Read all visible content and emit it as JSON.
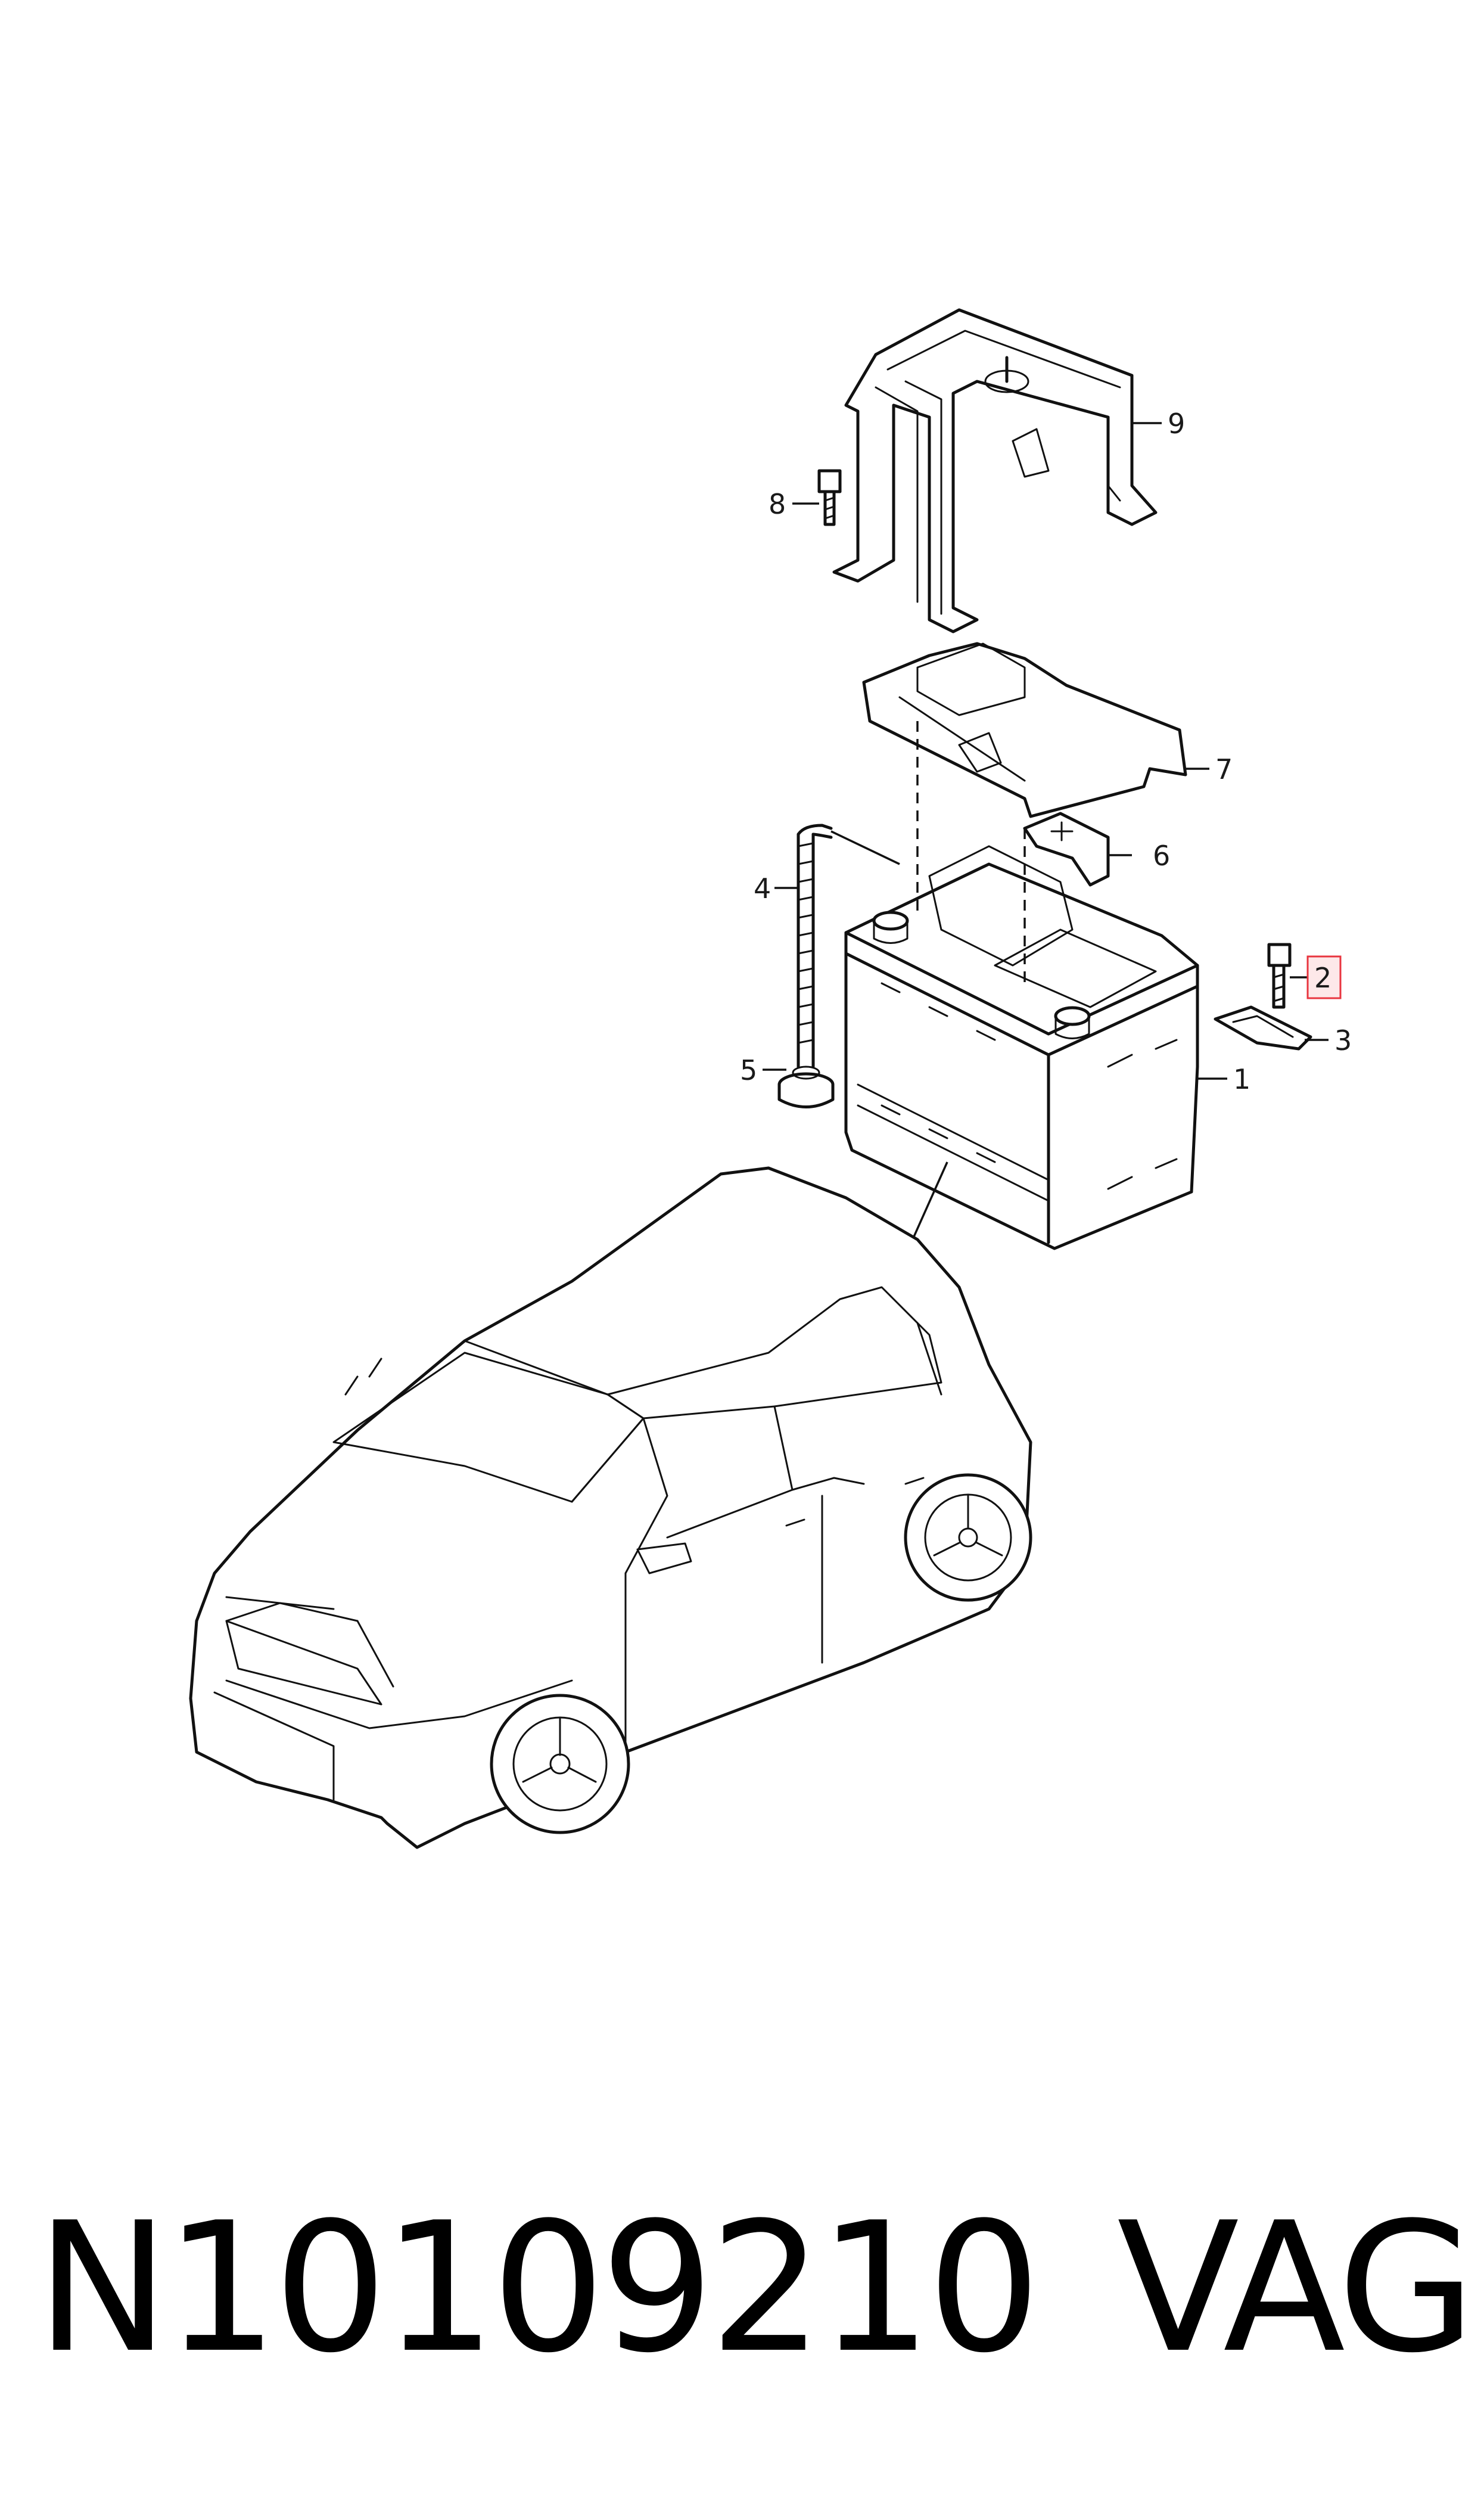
{
  "callouts": {
    "c1": "1",
    "c2": "2",
    "c3": "3",
    "c4": "4",
    "c5": "5",
    "c6": "6",
    "c7": "7",
    "c8": "8",
    "c9": "9"
  },
  "highlight_color": "#e8353f",
  "footer": {
    "part_number": "N10109210",
    "brand": "VAG"
  }
}
